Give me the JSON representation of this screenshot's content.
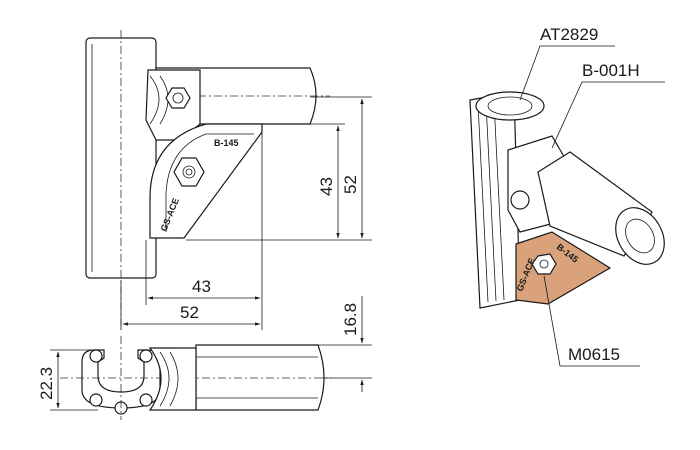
{
  "callouts": {
    "joint": "AT2829",
    "fitting": "B-001H",
    "screw": "M0615"
  },
  "stamps": {
    "plate_model": "B-145",
    "brand": "GS-ACE"
  },
  "dimensions": {
    "plate_inner_width": "43",
    "overall_width": "52",
    "plate_inner_height": "43",
    "overall_height": "52",
    "side_depth": "16.8",
    "tube_offset": "22.3"
  },
  "colors": {
    "line": "#1a1a1a",
    "plate_highlight": "#d9a27a"
  }
}
